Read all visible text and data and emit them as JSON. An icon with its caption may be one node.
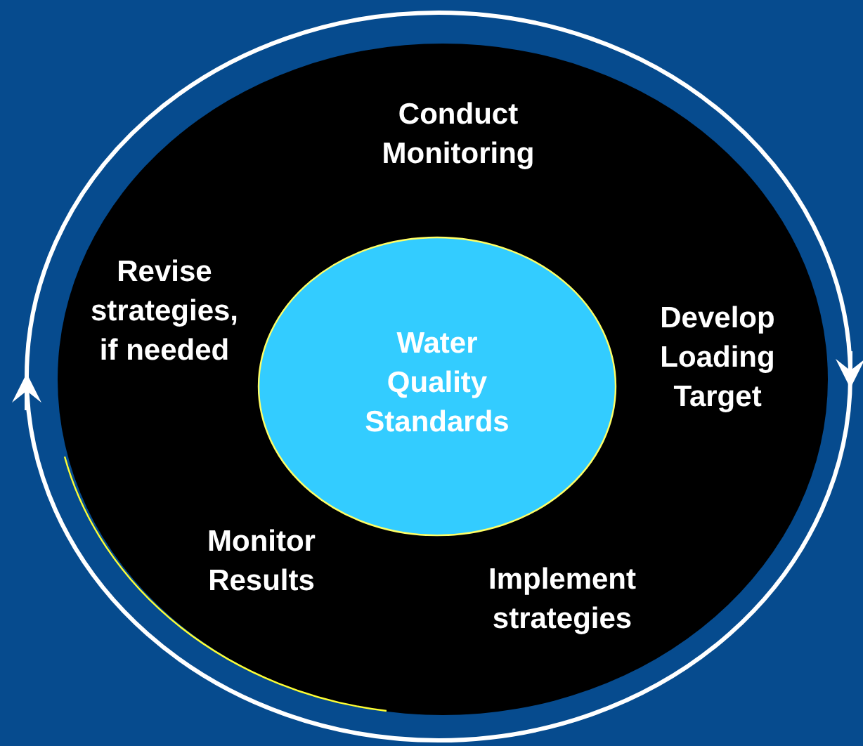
{
  "diagram": {
    "nodes": [
      {
        "text": [],
        "shape": "circle"
      },
      {
        "text": [
          "Conduct Monitoring"
        ],
        "in": 0
      },
      {
        "text": [
          "Revise strategies, if needed"
        ],
        "in": 0
      },
      {
        "text": [
          "Water Quality Standards"
        ],
        "in": 0
      },
      {
        "text": [
          "Develop Loading Target"
        ],
        "in": 0
      },
      {
        "text": [
          "Monitor Results"
        ],
        "in": 0
      },
      {
        "text": [
          "Implement strategies"
        ],
        "in": 0
      }
    ]
  }
}
